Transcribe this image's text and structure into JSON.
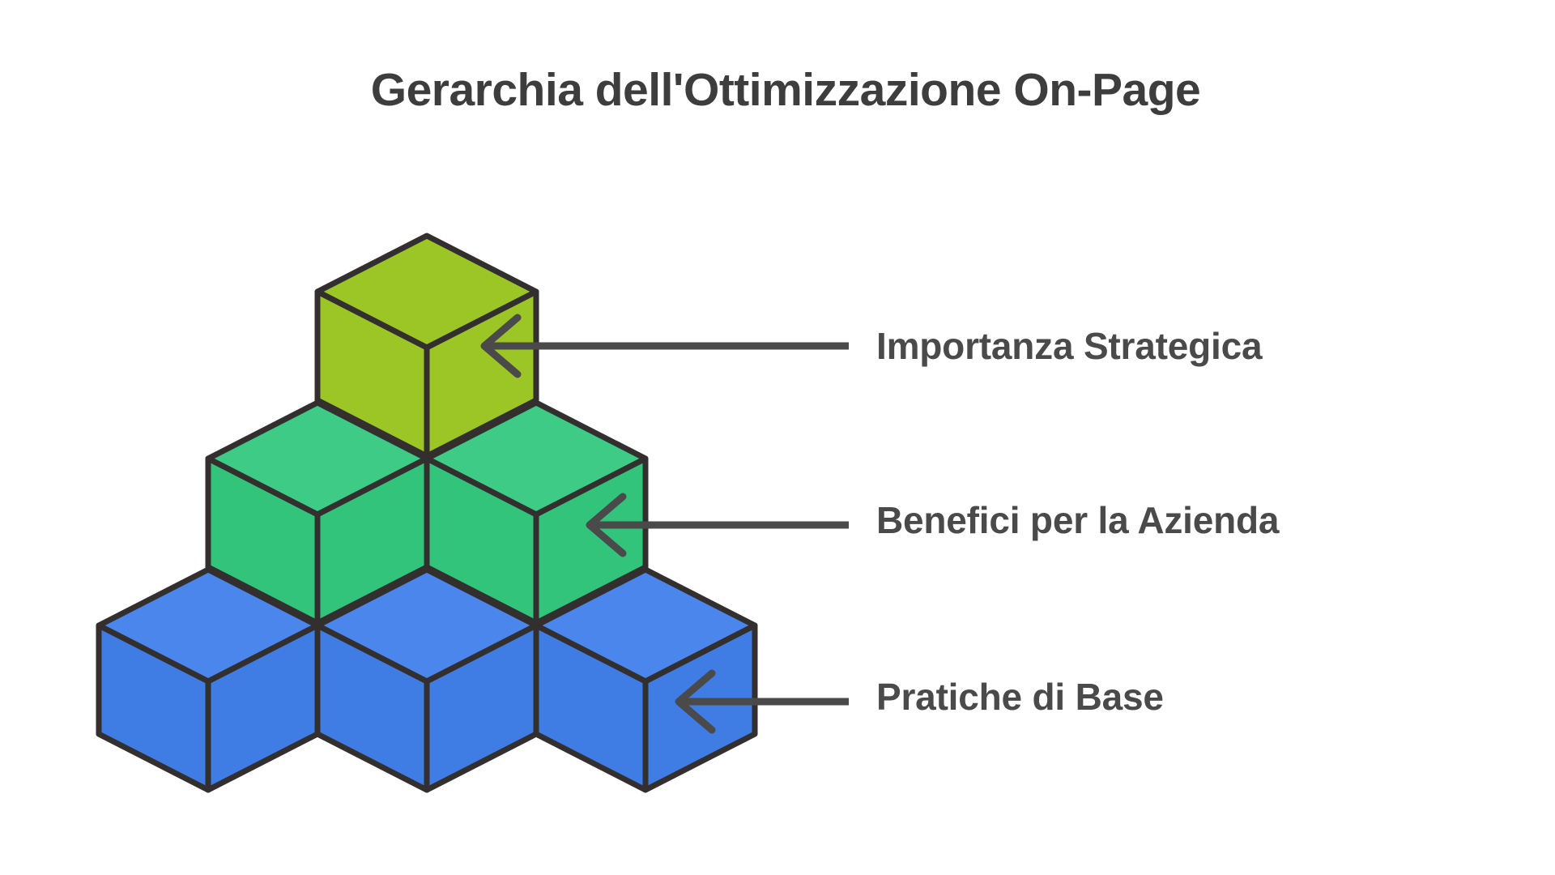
{
  "page": {
    "title": "Gerarchia dell'Ottimizzazione On-Page",
    "background_color": "#ffffff",
    "text_color": "#3d3d3d"
  },
  "diagram": {
    "type": "isometric-cube-pyramid",
    "stroke_color": "#332f2e",
    "arrow_color": "#4a4a4a",
    "levels": [
      {
        "index": 0,
        "tier": "top",
        "label": "Importanza Strategica",
        "cube_count": 1,
        "color_top": "#9cc626",
        "color_left": "#9cc626",
        "color_right": "#9cc626"
      },
      {
        "index": 1,
        "tier": "middle",
        "label": "Benefici per la Azienda",
        "cube_count": 2,
        "color_top": "#3ecb86",
        "color_left": "#33c47c",
        "color_right": "#33c47c"
      },
      {
        "index": 2,
        "tier": "base",
        "label": "Pratiche di Base",
        "cube_count": 3,
        "color_top": "#4a86ec",
        "color_left": "#3f7ce4",
        "color_right": "#3f7ce4"
      }
    ]
  }
}
